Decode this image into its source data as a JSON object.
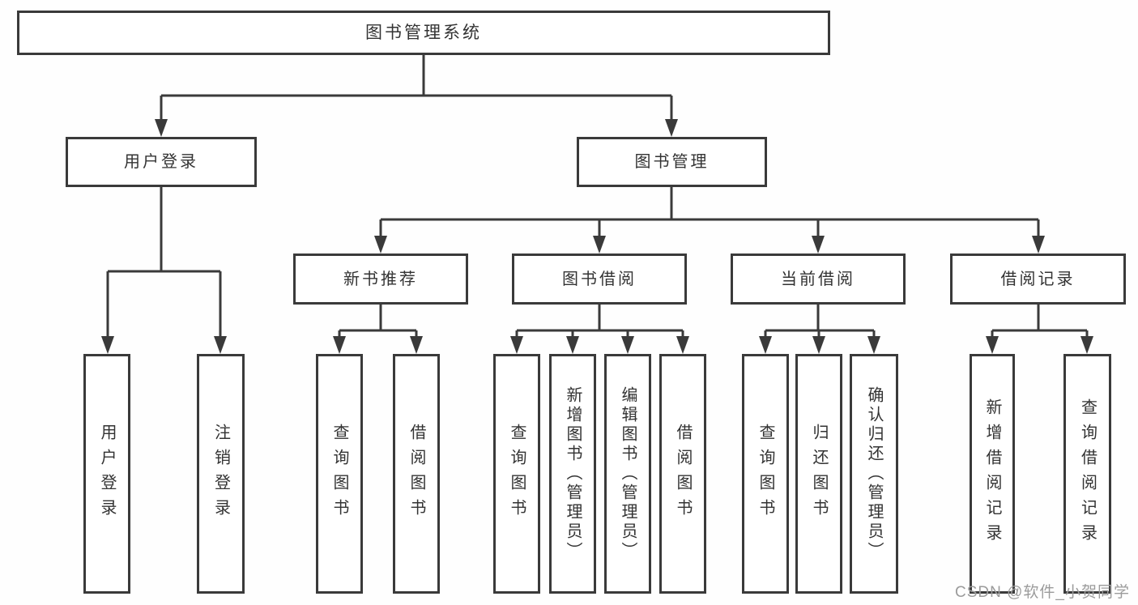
{
  "diagram": {
    "type": "tree",
    "root": "图书管理系统",
    "branches": [
      {
        "label": "用户登录",
        "children": [
          {
            "label": "用户登录"
          },
          {
            "label": "注销登录"
          }
        ]
      },
      {
        "label": "图书管理",
        "children": [
          {
            "label": "新书推荐",
            "children": [
              {
                "label": "查询图书"
              },
              {
                "label": "借阅图书"
              }
            ]
          },
          {
            "label": "图书借阅",
            "children": [
              {
                "label": "查询图书"
              },
              {
                "label": "新增图书（管理员）"
              },
              {
                "label": "编辑图书（管理员）"
              },
              {
                "label": "借阅图书"
              }
            ]
          },
          {
            "label": "当前借阅",
            "children": [
              {
                "label": "查询图书"
              },
              {
                "label": "归还图书"
              },
              {
                "label": "确认归还（管理员）"
              }
            ]
          },
          {
            "label": "借阅记录",
            "children": [
              {
                "label": "新增借阅记录"
              },
              {
                "label": "查询借阅记录"
              }
            ]
          }
        ]
      }
    ]
  },
  "watermark": "CSDN @软件_小贺同学",
  "colors": {
    "line": "#3a3a3a",
    "box_border": "#3a3a3a",
    "box_fill": "#ffffff",
    "text": "#333333",
    "watermark": "#9b9b9b",
    "background": "#fefefe"
  }
}
